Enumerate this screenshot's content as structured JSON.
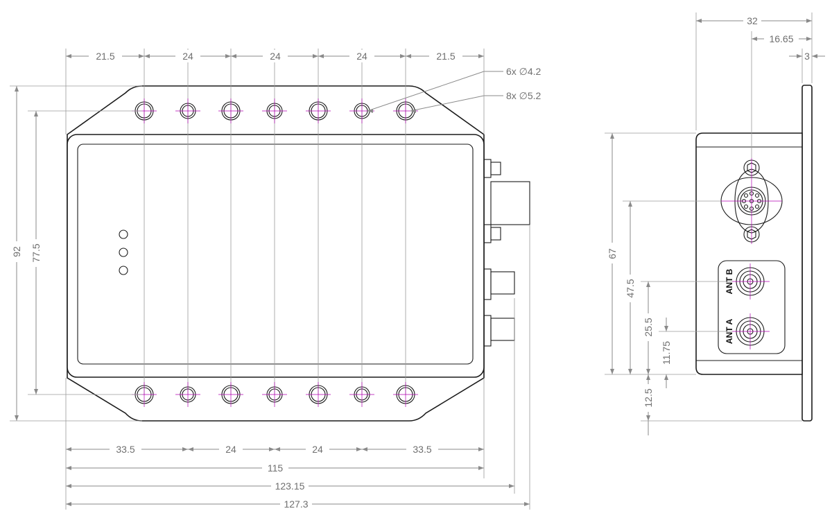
{
  "top_view": {
    "top_hole_spacing": [
      "21.5",
      "24",
      "24",
      "24",
      "21.5"
    ],
    "bottom_hole_spacing": [
      "33.5",
      "24",
      "24",
      "33.5"
    ],
    "overall_widths": [
      "115",
      "123.15",
      "127.3"
    ],
    "heights": [
      "92",
      "77.5"
    ],
    "hole_callouts": [
      "6x ∅4.2",
      "8x ∅5.2"
    ]
  },
  "side_view": {
    "top_dims": [
      "32",
      "16.65",
      "3"
    ],
    "left_dims": [
      "67",
      "47.5",
      "25.5",
      "11.75",
      "12.5"
    ],
    "connector_labels": [
      "ANT B",
      "ANT A"
    ]
  }
}
